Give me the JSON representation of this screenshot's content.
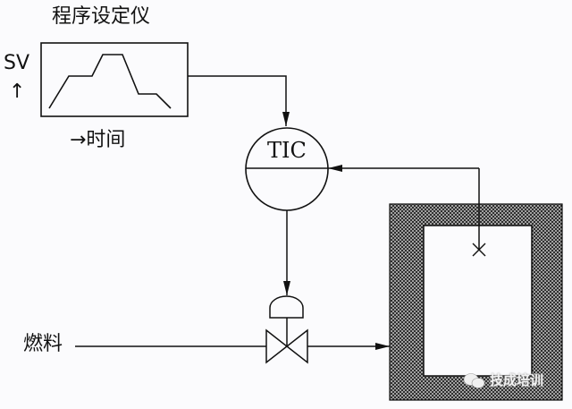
{
  "diagram": {
    "programmer": {
      "title": "程序设定仪",
      "y_axis_label": "SV",
      "y_axis_arrow": "↑",
      "x_axis_label": "→时间"
    },
    "controller": {
      "tag": "TIC"
    },
    "fuel_line": {
      "label": "燃料"
    },
    "watermark": {
      "text": "技成培训",
      "logo": "wechat-like-icon"
    }
  }
}
